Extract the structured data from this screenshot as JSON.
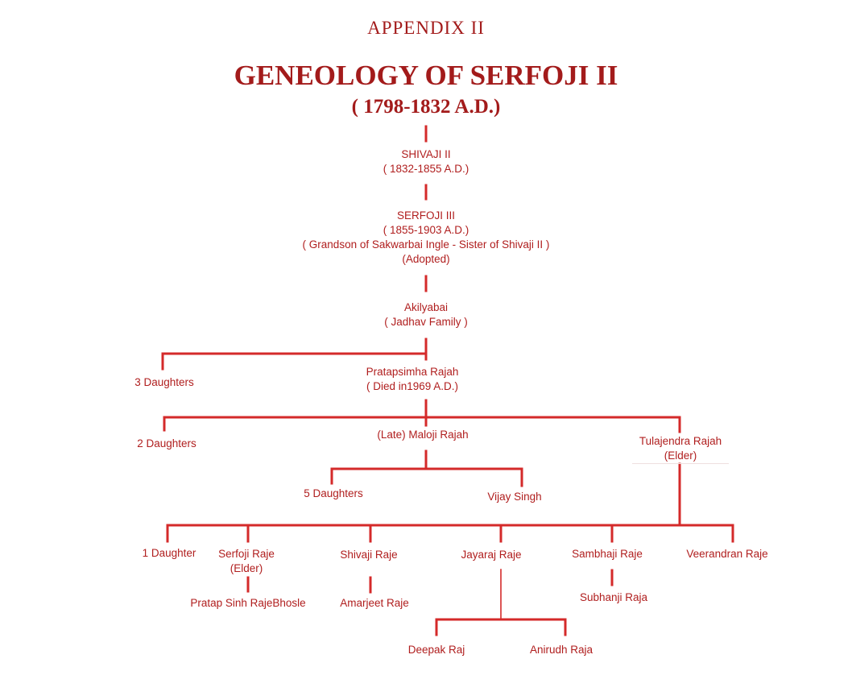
{
  "header": {
    "appendix": "APPENDIX II",
    "title": "GENEOLOGY OF SERFOJI II",
    "subtitle": "( 1798-1832 A.D.)"
  },
  "nodes": {
    "shivaji_ii": {
      "name": "SHIVAJI II",
      "dates": "( 1832-1855 A.D.)"
    },
    "serfoji_iii": {
      "name": "SERFOJI III",
      "dates": "( 1855-1903 A.D.)",
      "note": "( Grandson of Sakwarbai Ingle - Sister of Shivaji II )",
      "status": "(Adopted)"
    },
    "akilyabai": {
      "name": "Akilyabai",
      "family": "( Jadhav Family )"
    },
    "three_daughters": "3 Daughters",
    "pratapsimha": {
      "name": "Pratapsimha Rajah",
      "died": "( Died in1969 A.D.)"
    },
    "two_daughters": "2 Daughters",
    "maloji": "(Late) Maloji Rajah",
    "tulajendra": {
      "name": "Tulajendra Rajah",
      "note": "(Elder)"
    },
    "five_daughters": "5 Daughters",
    "vijay_singh": "Vijay Singh",
    "one_daughter": "1 Daughter",
    "serfoji_raje": {
      "name": "Serfoji Raje",
      "note": "(Elder)"
    },
    "shivaji_raje": "Shivaji Raje",
    "jayaraj_raje": "Jayaraj Raje",
    "sambhaji_raje": "Sambhaji Raje",
    "veerandran_raje": "Veerandran Raje",
    "pratap_sinh": "Pratap Sinh RajeBhosle",
    "amarjeet_raje": "Amarjeet Raje",
    "subhanji_raja": "Subhanji Raja",
    "deepak_raj": "Deepak Raj",
    "anirudh_raja": "Anirudh Raja"
  },
  "colors": {
    "line": "#d42a2a",
    "text": "#b01e1e",
    "heading": "#a31b1b"
  }
}
